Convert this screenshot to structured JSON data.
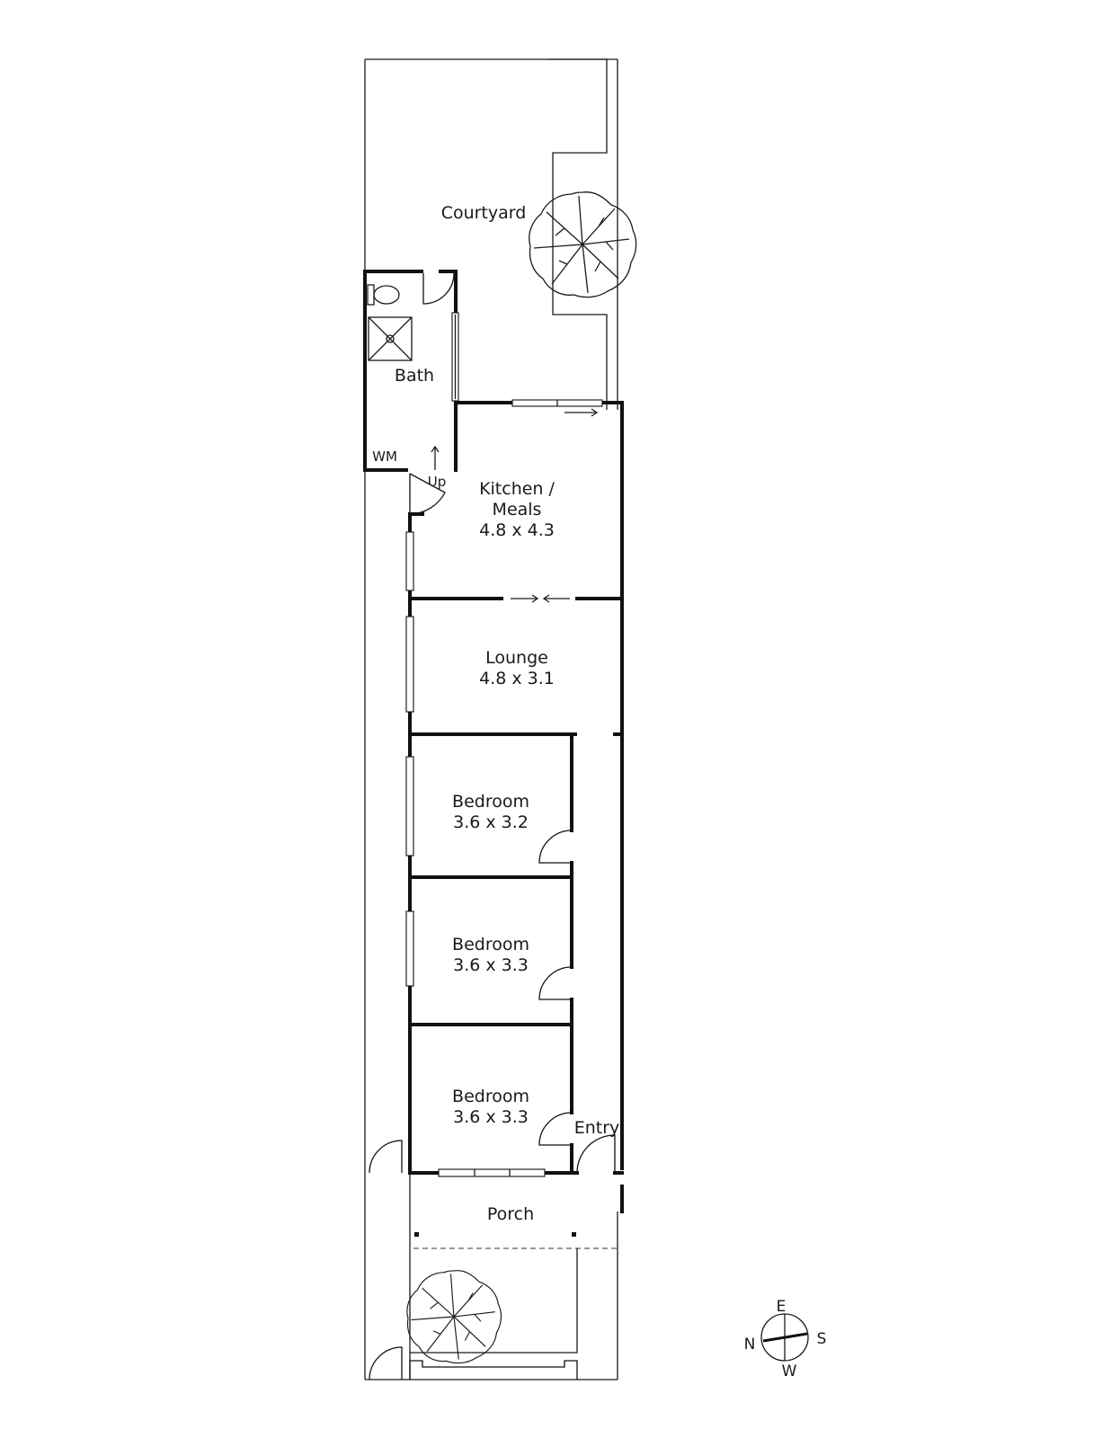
{
  "rooms": {
    "courtyard": {
      "name": "Courtyard"
    },
    "bath": {
      "name": "Bath",
      "wm": "WM",
      "up": "Up"
    },
    "kitchen": {
      "name_line1": "Kitchen /",
      "name_line2": "Meals",
      "dims": "4.8 x 4.3"
    },
    "lounge": {
      "name": "Lounge",
      "dims": "4.8 x 3.1"
    },
    "bedroom1": {
      "name": "Bedroom",
      "dims": "3.6 x 3.2"
    },
    "bedroom2": {
      "name": "Bedroom",
      "dims": "3.6 x 3.3"
    },
    "bedroom3": {
      "name": "Bedroom",
      "dims": "3.6 x 3.3"
    },
    "entry": {
      "name": "Entry"
    },
    "porch": {
      "name": "Porch"
    }
  },
  "compass": {
    "n": "N",
    "e": "E",
    "s": "S",
    "w": "W"
  },
  "icons": [
    "tree-icon",
    "toilet-icon",
    "shower-icon",
    "compass-icon"
  ]
}
